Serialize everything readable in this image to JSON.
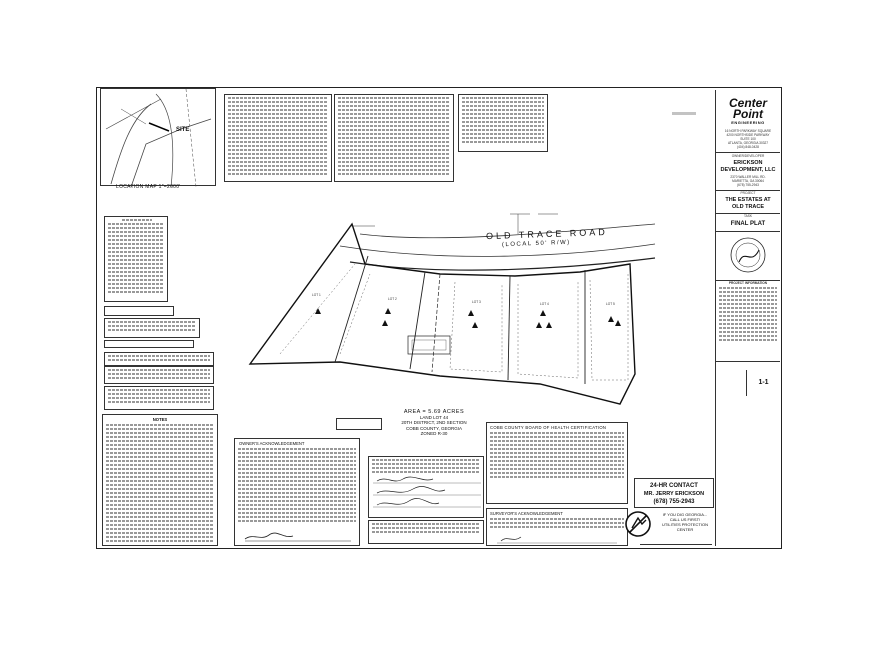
{
  "location_map": {
    "site_label": "SITE",
    "caption": "LOCATION MAP 1\"=2000'"
  },
  "road": {
    "name": "OLD TRACE ROAD",
    "classification": "(LOCAL 50' R/W)"
  },
  "lots": [
    {
      "label": "LOT 1"
    },
    {
      "label": "LOT 2"
    },
    {
      "label": "LOT 3"
    },
    {
      "label": "LOT 4"
    },
    {
      "label": "LOT 5"
    }
  ],
  "area_block": {
    "line1": "AREA = 5.69 ACRES",
    "line2": "LAND LOT 44",
    "line3": "20TH DISTRICT, 2ND SECTION",
    "line4": "COBB COUNTY, GEORGIA",
    "line5": "ZONED R-30"
  },
  "owners_ack": {
    "title": "OWNER'S ACKNOWLEDGEMENT"
  },
  "board_of_health": {
    "title": "COBB COUNTY BOARD OF HEALTH CERTIFICATION"
  },
  "surveyor_ack": {
    "title": "SURVEYOR'S ACKNOWLEDGEMENT"
  },
  "notes": {
    "title": "NOTES"
  },
  "contact": {
    "line1": "24-HR CONTACT",
    "line2": "MR. JERRY ERICKSON",
    "line3": "(678) 755-2943"
  },
  "utilities": {
    "line1": "IF YOU DIG GEORGIA...",
    "line2": "CALL US FIRST!",
    "line3": "UTILITIES PROTECTION CENTER"
  },
  "title_block": {
    "logo_line1": "Center",
    "logo_line2": "Point",
    "logo_sub": "ENGINEERING",
    "address1": "16 NORTH PARKWAY SQUARE",
    "address2": "4200 NORTHSIDE PARKWAY",
    "address3": "SUITE 100",
    "address4": "ATLANTA, GEORGIA 30327",
    "phone": "(404) 848-0428",
    "owner_label": "OWNER/DEVELOPER",
    "owner_name1": "ERICKSON",
    "owner_name2": "DEVELOPMENT, LLC",
    "owner_addr1": "2370 WALLER MILL RD.",
    "owner_addr2": "MARIETTA, GA 30064",
    "owner_phone": "(678) 755-2943",
    "project_label": "PROJECT",
    "project_name1": "THE ESTATES AT",
    "project_name2": "OLD TRACE",
    "task_label": "TASK",
    "task_name": "FINAL PLAT",
    "info_label": "PROJECT INFORMATION",
    "sheet_no": "1-1"
  }
}
